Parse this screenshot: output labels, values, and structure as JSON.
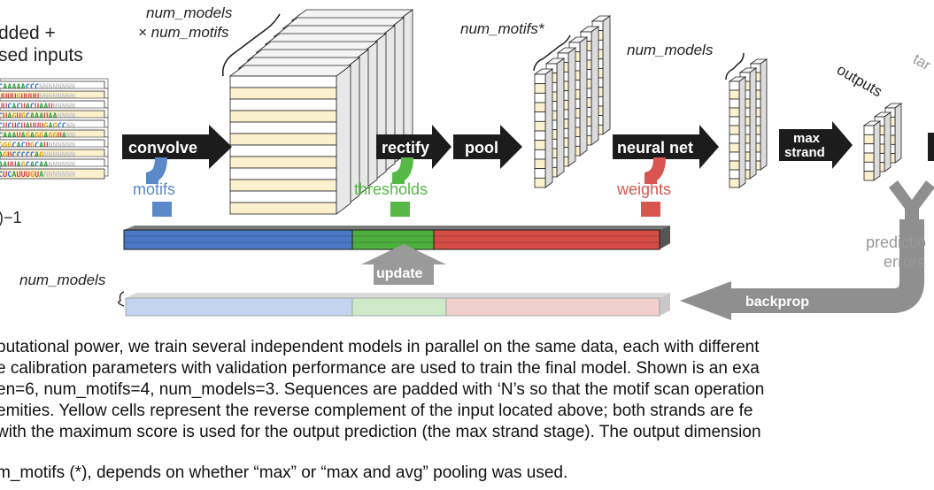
{
  "diagram": {
    "inputs_label_line1": "dded +",
    "inputs_label_line2": "sed inputs",
    "models_motifs_top": "num_models",
    "models_motifs_bottom": "× num_motifs",
    "num_motifs_star": "num_motifs*",
    "num_models_right": "num_models",
    "outputs_label": "outputs",
    "targets_label": "tar",
    "convolve_label": "convolve",
    "rectify_label": "rectify",
    "pool_label": "pool",
    "neural_net_label": "neural net",
    "max_strand_line1": "max",
    "max_strand_line2": "strand",
    "motifs_label": "motifs",
    "thresholds_label": "thresholds",
    "weights_label": "weights",
    "prediction_errors_line1": "predictio",
    "prediction_errors_line2": "errors",
    "n_minus_one": ")−1",
    "update_label": "update",
    "backprop_label": "backprop",
    "num_models_bottom": "num_models",
    "sequences": [
      "CAAAAACCC",
      "UUUUGUUUU",
      "UUCACUACUAAU",
      "CUAGUGCAAAUAA",
      "CUCUCUAUUUGAGCC",
      "CAAAUAGAGGAGGUA",
      "GGGCACUGCAU",
      "AGUCCCCCAG",
      "AAUUAGCACAA",
      "CUCAUUUGUA"
    ],
    "colors": {
      "blue": "#5b88c9",
      "green": "#57b848",
      "red": "#d9554f",
      "yellow": "#fbf1cf",
      "dark": "#1c1c1c",
      "gray": "#8f8f8f"
    }
  },
  "caption": {
    "line1": "putational power, we train several independent models in parallel on the same data, each with different",
    "line2": "e calibration parameters with validation performance are used to train the final model. Shown is an exa",
    "line3": "en=6, num_motifs=4, num_models=3. Sequences are padded with ‘N’s so that the motif scan operation",
    "line4": "emities. Yellow cells represent the reverse complement of the input located above; both strands are fe",
    "line5": "with the maximum score is used for the output prediction (the max strand stage). The output dimension",
    "line6": "m_motifs (*), depends on whether “max” or “max and avg” pooling was used."
  }
}
